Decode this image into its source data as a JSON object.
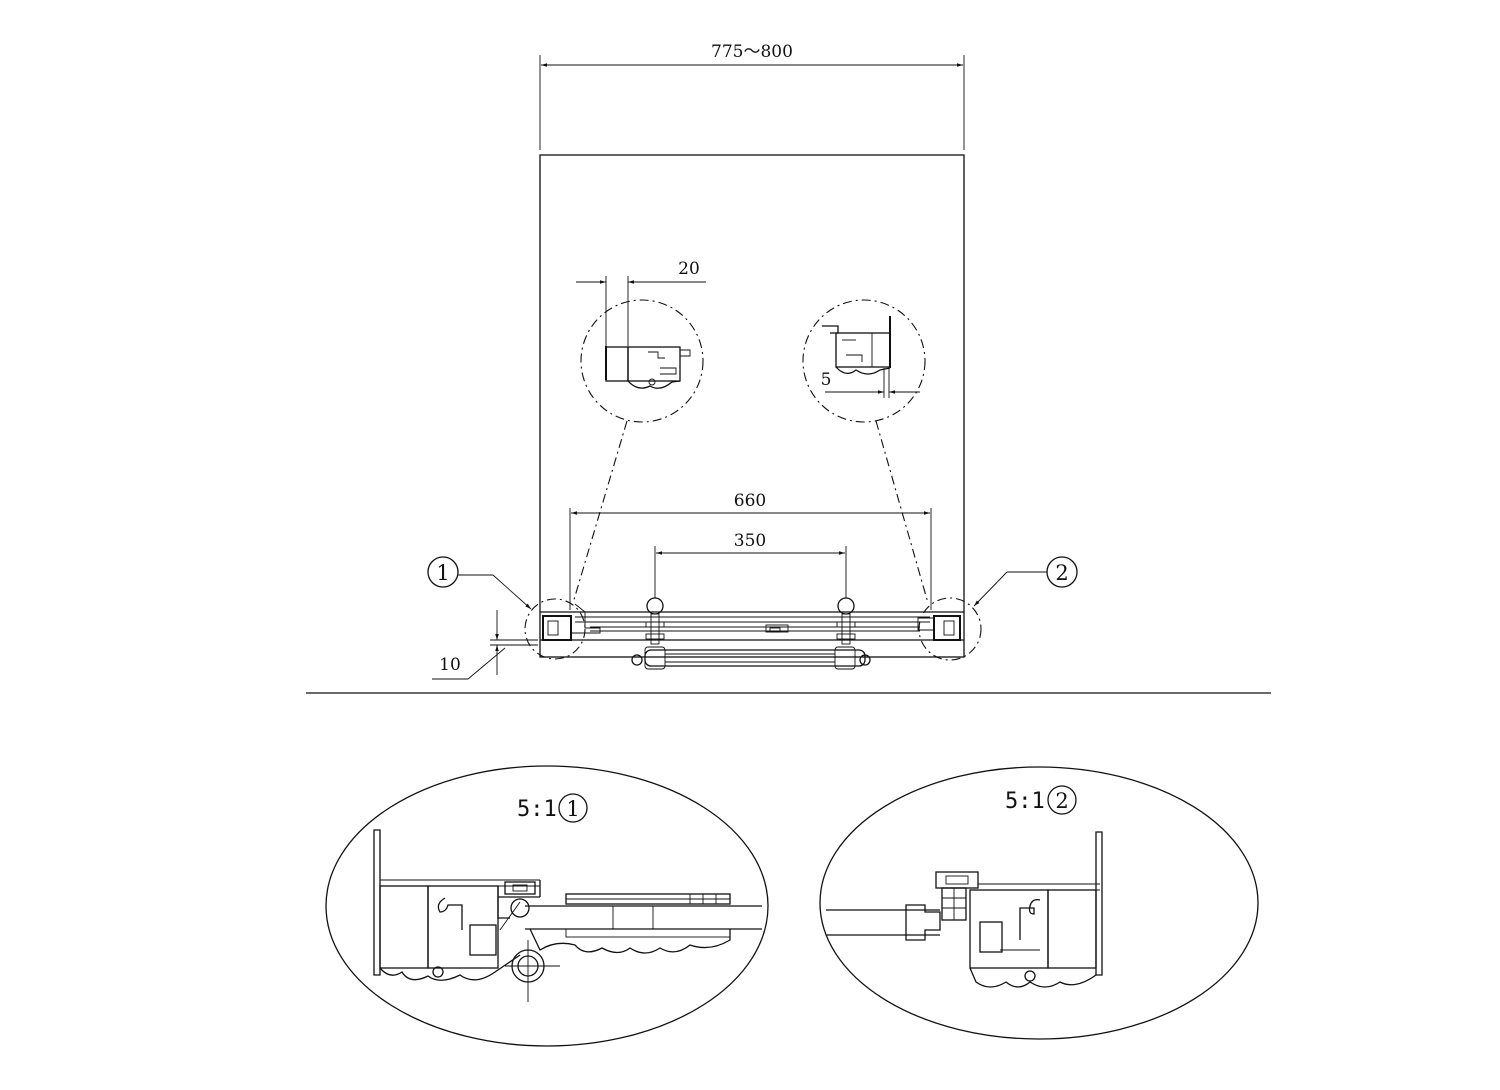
{
  "dimensions": {
    "total_width": "775～800",
    "gap_left": "20",
    "gap_right": "5",
    "opening_width": "660",
    "handle_spacing": "350",
    "floor_gap": "10"
  },
  "callouts": {
    "left": "1",
    "right": "2"
  },
  "details": {
    "left": {
      "scale": "5:1",
      "ref": "1"
    },
    "right": {
      "scale": "5:1",
      "ref": "2"
    }
  }
}
